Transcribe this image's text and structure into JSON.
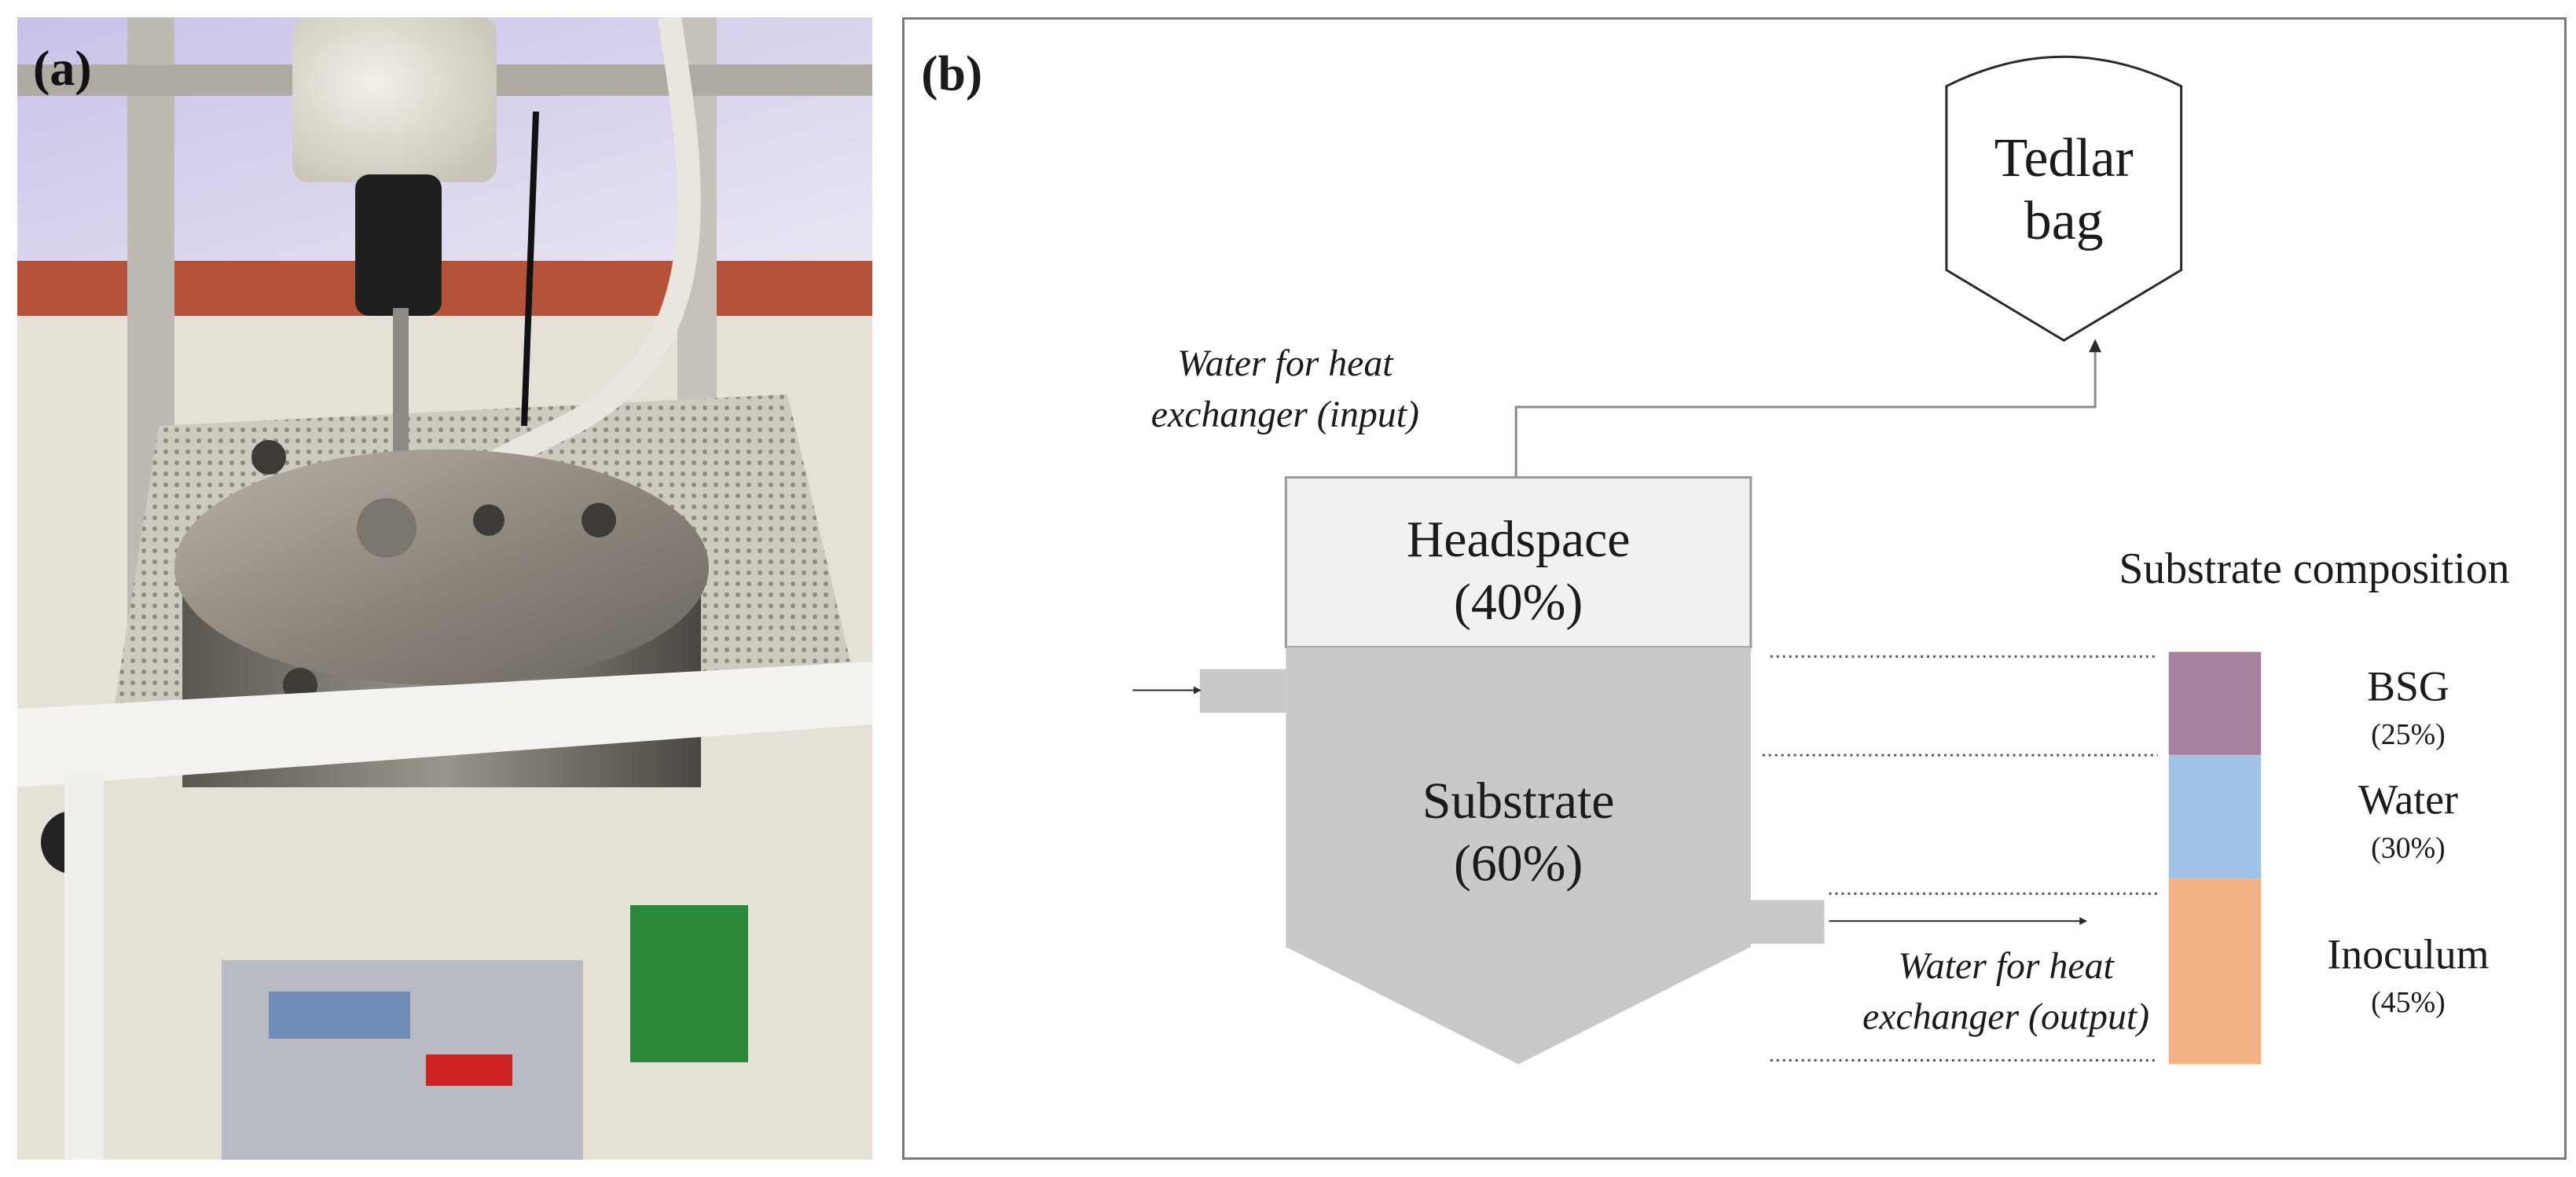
{
  "panel_a": {
    "label": "(a)"
  },
  "panel_b": {
    "label": "(b)",
    "tedlar_bag": {
      "line1": "Tedlar",
      "line2": "bag"
    },
    "reactor": {
      "headspace_label": "Headspace",
      "headspace_pct": "(40%)",
      "substrate_label": "Substrate",
      "substrate_pct": "(60%)"
    },
    "water_input": {
      "line1": "Water for heat",
      "line2": "exchanger (input)"
    },
    "water_output": {
      "line1": "Water for heat",
      "line2": "exchanger (output)"
    },
    "composition": {
      "title": "Substrate composition",
      "items": [
        {
          "name": "BSG",
          "pct": "(25%)",
          "fraction": 0.25,
          "color": "#a6829f"
        },
        {
          "name": "Water",
          "pct": "(30%)",
          "fraction": 0.3,
          "color": "#9fc3e6"
        },
        {
          "name": "Inoculum",
          "pct": "(45%)",
          "fraction": 0.45,
          "color": "#f2b283"
        }
      ]
    },
    "colors": {
      "headspace_fill": "#f1f1f1",
      "substrate_fill": "#c9c9c9",
      "line": "#8a8a8a"
    }
  }
}
